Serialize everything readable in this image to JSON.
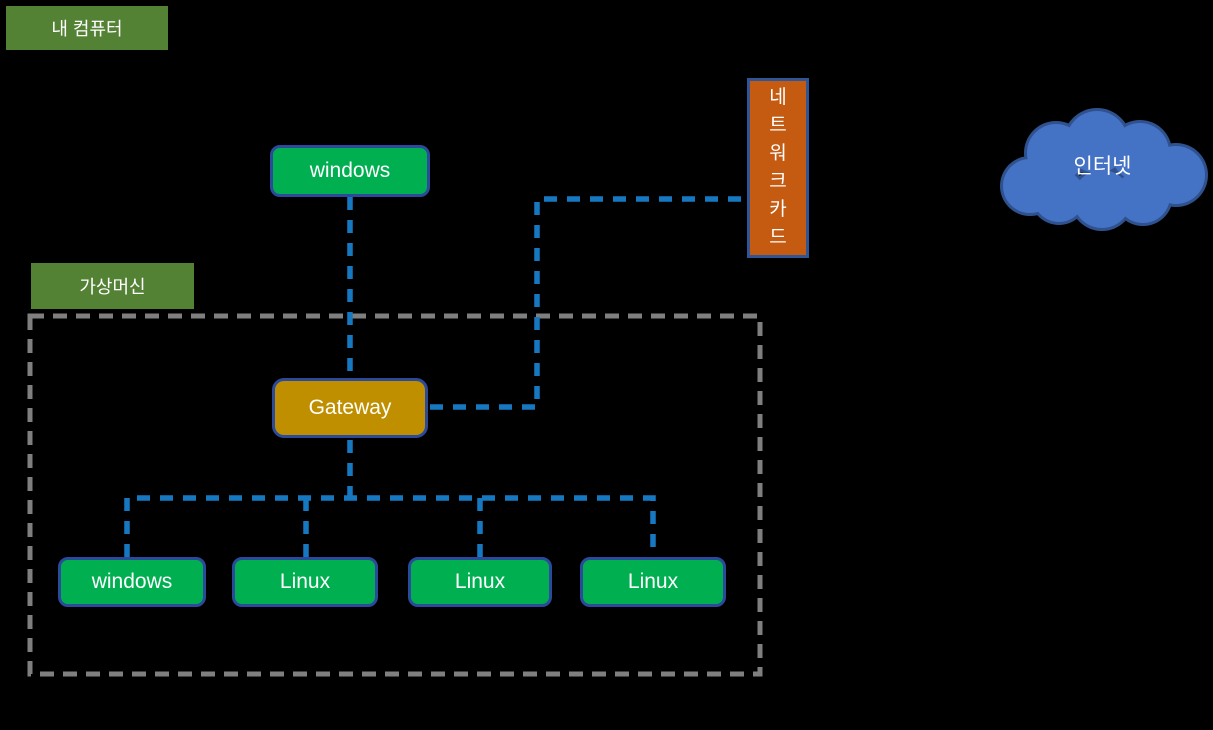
{
  "page": {
    "background": "#000000"
  },
  "labels": {
    "my_computer": "내 컴퓨터",
    "virtual_machine_group": "가상머신"
  },
  "nodes": {
    "host_windows": "windows",
    "gateway": "Gateway",
    "network_card": "네트워크카드",
    "internet": "인터넷",
    "vm_list": [
      "windows",
      "Linux",
      "Linux",
      "Linux"
    ]
  },
  "colors": {
    "background": "#000000",
    "label_green": "#548235",
    "node_green": "#00b050",
    "gateway_gold": "#bf8f00",
    "network_card_orange": "#c55a11",
    "cloud_blue": "#4472c4",
    "cloud_border": "#2f528f",
    "node_border_navy": "#2c4a9c",
    "connector_blue": "#1778c2",
    "vm_boundary_gray": "#7f7f7f",
    "text_white": "#ffffff"
  }
}
